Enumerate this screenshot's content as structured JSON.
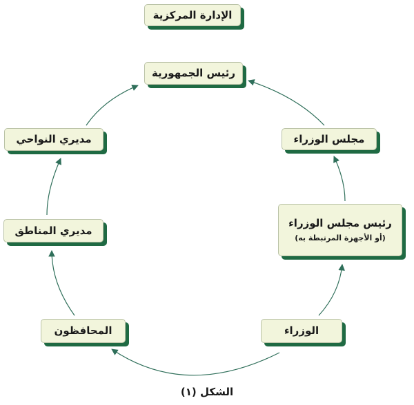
{
  "nodes": {
    "central_admin": "الإدارة المركزية",
    "president": "رئيس الجمهورية",
    "council_of_ministers": "مجلس الوزراء",
    "prime_minister": "رئيس مجلس الوزراء",
    "prime_minister_sub": "(أو الأجهزة المرتبطة به)",
    "ministers": "الوزراء",
    "governors": "المحافظون",
    "region_directors": "مديري المناطق",
    "district_directors": "مديري النواحي"
  },
  "caption": "الشكل (١)",
  "colors": {
    "box_fill": "#f2f5dc",
    "box_shadow": "#1f6a43",
    "arrow": "#2f6f5a"
  }
}
